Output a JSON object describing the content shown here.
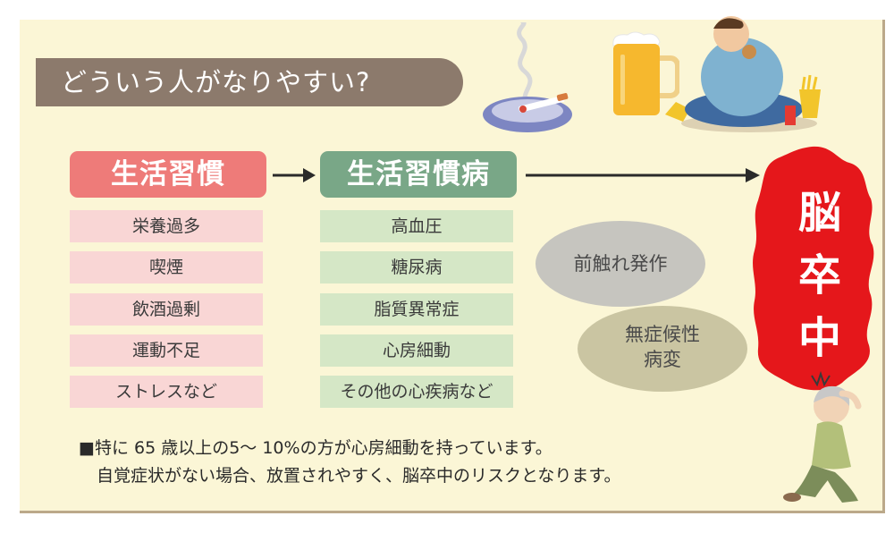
{
  "title": "どういう人がなりやすい?",
  "habits": {
    "header": "生活習慣",
    "items": [
      "栄養過多",
      "喫煙",
      "飲酒過剰",
      "運動不足",
      "ストレスなど"
    ]
  },
  "diseases": {
    "header": "生活習慣病",
    "items": [
      "高血圧",
      "糖尿病",
      "脂質異常症",
      "心房細動",
      "その他の心疾病など"
    ]
  },
  "bubbles": {
    "prodromal": "前触れ発作",
    "silent_line1": "無症候性",
    "silent_line2": "病変"
  },
  "outcome": {
    "char1": "脳",
    "char2": "卒",
    "char3": "中"
  },
  "note": {
    "line1": "■特に 65 歳以上の5〜 10%の方が心房細動を持っています。",
    "line2": "自覚症状がない場合、放置されやすく、脳卒中のリスクとなります。"
  },
  "colors": {
    "panel_bg": "#fbf6d6",
    "habit_header": "#ee7b79",
    "habit_item": "#f9d6d5",
    "disease_header": "#79a787",
    "disease_item": "#d5e7c6",
    "banner": "#8c7a6c",
    "stroke_red": "#e5171b"
  }
}
